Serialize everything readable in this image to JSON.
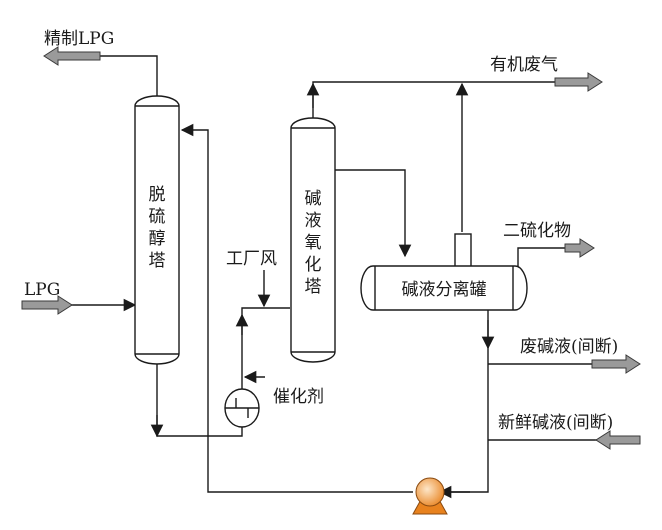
{
  "labels": {
    "refined_lpg": "精制LPG",
    "lpg_in": "LPG",
    "organic_exhaust": "有机废气",
    "factory_air": "工厂风",
    "disulfide": "二硫化物",
    "waste_caustic": "废碱液(间断)",
    "catalyst": "催化剂",
    "fresh_caustic": "新鲜碱液(间断)"
  },
  "equipment": {
    "demercaptanizer": [
      "脱",
      "硫",
      "醇",
      "塔"
    ],
    "caustic_oxidizer": [
      "碱",
      "液",
      "氧",
      "化",
      "塔"
    ],
    "caustic_separator": "碱液分离罐"
  },
  "colors": {
    "line": "#1a1a1a",
    "stream_arrow_fill": "#9a9a9a",
    "pump_fill": "#f0a050",
    "pump_base": "#e8821e"
  }
}
